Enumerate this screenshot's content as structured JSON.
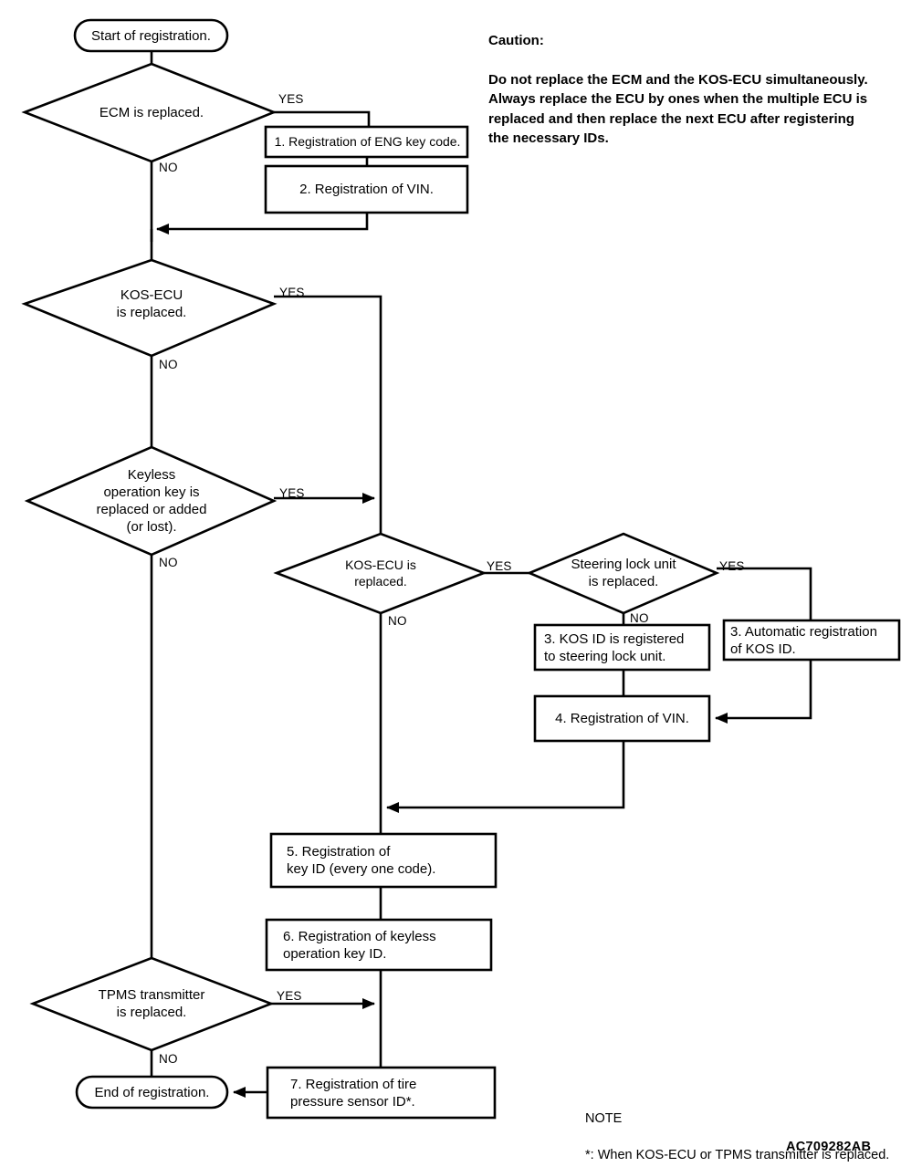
{
  "figure": {
    "id_code": "AC709282AB",
    "caution": {
      "heading": "Caution:",
      "body": "Do not replace the ECM and the KOS-ECU simultaneously.\nAlways replace the ECU by ones when the multiple ECU is\nreplaced and then replace the next ECU after registering\nthe necessary IDs."
    },
    "note": {
      "heading": "NOTE",
      "body": "*: When KOS-ECU or TPMS transmitter is replaced."
    }
  },
  "nodes": {
    "start": {
      "label": "Start of registration.",
      "shape": "terminator"
    },
    "end": {
      "label": "End of registration.",
      "shape": "terminator"
    },
    "d_ecm": {
      "label": "ECM is replaced.",
      "shape": "decision"
    },
    "d_kos1": {
      "label": "KOS-ECU\nis replaced.",
      "shape": "decision"
    },
    "d_keyless": {
      "label": "Keyless\noperation key is\nreplaced or added\n(or lost).",
      "shape": "decision"
    },
    "d_kos2": {
      "label": "KOS-ECU is\nreplaced.",
      "shape": "decision"
    },
    "d_steering": {
      "label": "Steering lock unit\nis replaced.",
      "shape": "decision"
    },
    "d_tpms": {
      "label": "TPMS transmitter\nis replaced.",
      "shape": "decision"
    },
    "p1": {
      "label": "1. Registration of ENG key code.",
      "shape": "process"
    },
    "p2": {
      "label": "2. Registration of VIN.",
      "shape": "process"
    },
    "p3a": {
      "label": "3. KOS ID is registered\nto steering lock unit.",
      "shape": "process"
    },
    "p3b": {
      "label": "3. Automatic registration\nof KOS ID.",
      "shape": "process"
    },
    "p4": {
      "label": "4. Registration of VIN.",
      "shape": "process"
    },
    "p5": {
      "label": "5. Registration of\nkey ID (every one code).",
      "shape": "process"
    },
    "p6": {
      "label": "6. Registration of keyless\noperation key ID.",
      "shape": "process"
    },
    "p7": {
      "label": "7. Registration of tire\npressure sensor ID*.",
      "shape": "process"
    }
  },
  "edge_labels": {
    "ecm_yes": "YES",
    "ecm_no": "NO",
    "kos1_yes": "YES",
    "kos1_no": "NO",
    "keyless_yes": "YES",
    "keyless_no": "NO",
    "kos2_yes": "YES",
    "kos2_no": "NO",
    "steering_yes": "YES",
    "steering_no": "NO",
    "tpms_yes": "YES",
    "tpms_no": "NO"
  },
  "colors": {
    "stroke": "#000000",
    "fill": "#ffffff",
    "text": "#000000"
  }
}
